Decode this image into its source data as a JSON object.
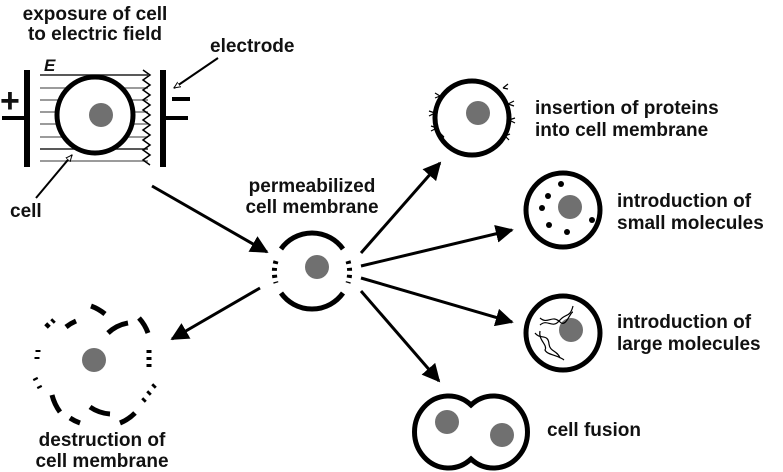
{
  "diagram": {
    "title": "Electroporation outcomes",
    "colors": {
      "ink": "#000000",
      "nucleus": "#707070",
      "field_line": "#7a7a7a",
      "background": "#ffffff"
    },
    "labels": {
      "exposure_line1": "exposure of cell",
      "exposure_line2": "to electric field",
      "electrode": "electrode",
      "field_symbol": "E",
      "positive_sign": "+",
      "negative_sign": "−",
      "cell": "cell",
      "permeabilized_line1": "permeabilized",
      "permeabilized_line2": "cell membrane",
      "proteins_line1": "insertion of proteins",
      "proteins_line2": "into cell membrane",
      "small_line1": "introduction of",
      "small_line2": "small molecules",
      "large_line1": "introduction of",
      "large_line2": "large molecules",
      "fusion": "cell fusion",
      "destruction_line1": "destruction of",
      "destruction_line2": "cell membrane"
    },
    "nodes": [
      {
        "id": "exposure",
        "label": "exposure of cell to electric field"
      },
      {
        "id": "permeabilized",
        "label": "permeabilized cell membrane"
      },
      {
        "id": "proteins",
        "label": "insertion of proteins into cell membrane"
      },
      {
        "id": "small",
        "label": "introduction of small molecules"
      },
      {
        "id": "large",
        "label": "introduction of large molecules"
      },
      {
        "id": "fusion",
        "label": "cell fusion"
      },
      {
        "id": "destruction",
        "label": "destruction of cell membrane"
      }
    ],
    "edges": [
      {
        "from": "exposure",
        "to": "permeabilized"
      },
      {
        "from": "permeabilized",
        "to": "proteins"
      },
      {
        "from": "permeabilized",
        "to": "small"
      },
      {
        "from": "permeabilized",
        "to": "large"
      },
      {
        "from": "permeabilized",
        "to": "fusion"
      },
      {
        "from": "permeabilized",
        "to": "destruction"
      }
    ]
  }
}
